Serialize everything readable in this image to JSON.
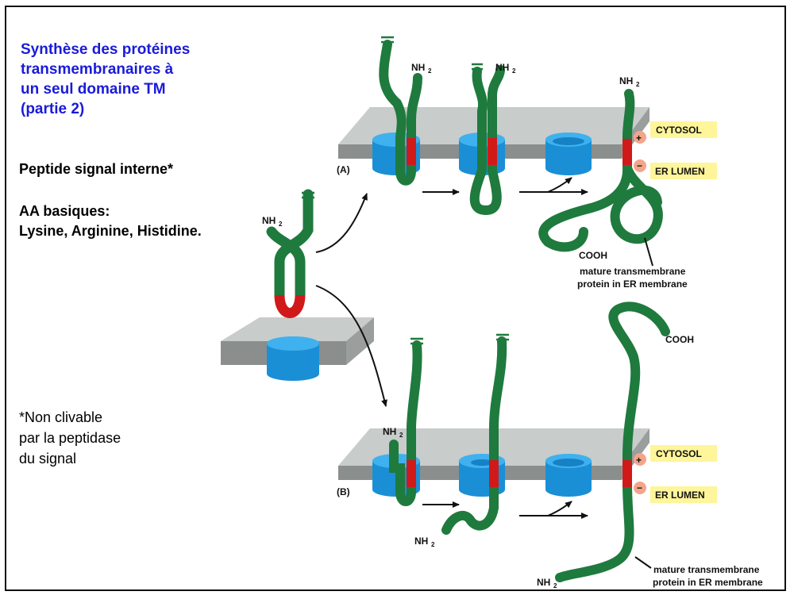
{
  "left_panel": {
    "title_lines": [
      "Synthèse des protéines",
      "transmembranaires à",
      "un seul domaine TM",
      "(partie 2)"
    ],
    "signal_heading": "Peptide signal interne*",
    "aa_heading": "AA basiques:",
    "aa_list": "Lysine, Arginine, Histidine.",
    "footnote_lines": [
      "*Non clivable",
      "par la peptidase",
      "du signal"
    ]
  },
  "panel_a": {
    "letter": "(A)",
    "nh2": "NH",
    "nh2_sub": "2",
    "cooh": "COOH",
    "cytosol": "CYTOSOL",
    "er_lumen": "ER LUMEN",
    "plus": "+",
    "minus": "−",
    "mature_lines": [
      "mature transmembrane",
      "protein in ER membrane"
    ]
  },
  "panel_b": {
    "letter": "(B)",
    "nh2": "NH",
    "nh2_sub": "2",
    "cooh": "COOH",
    "cytosol": "CYTOSOL",
    "er_lumen": "ER LUMEN",
    "plus": "+",
    "minus": "−",
    "mature_lines": [
      "mature transmembrane",
      "protein in ER membrane"
    ]
  },
  "start": {
    "nh2": "NH",
    "nh2_sub": "2"
  },
  "colors": {
    "protein": "#1f7a3e",
    "signal": "#d01a1a",
    "translocon": "#1a8fd6",
    "membrane_top": "#c8cccb",
    "membrane_side": "#8a8e8d",
    "label_bg": "#fff59a",
    "charge": "#f3a58a",
    "title": "#1a1adb"
  }
}
